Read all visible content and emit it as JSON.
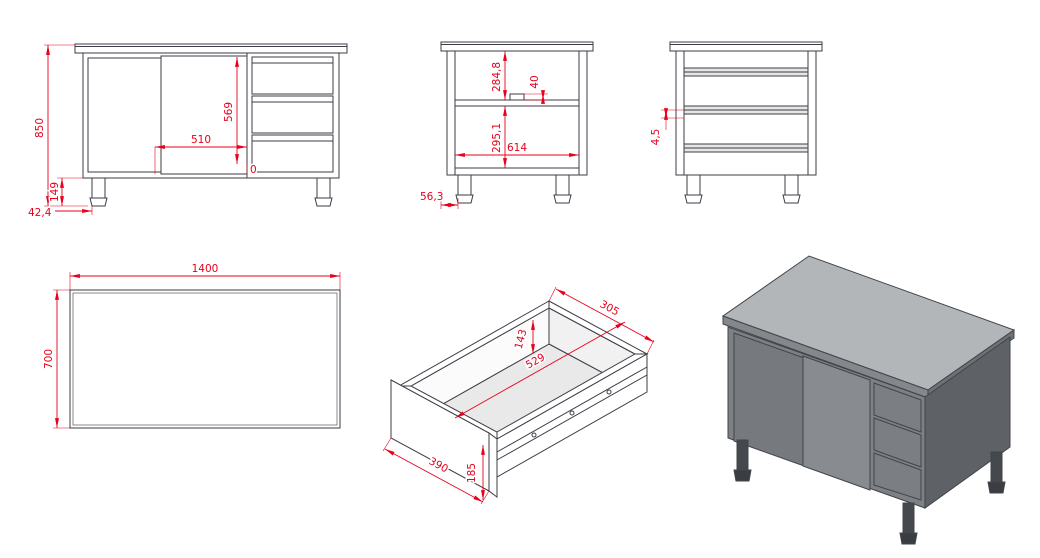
{
  "drawing": {
    "front_view": {
      "total_height": "850",
      "leg_height": "149",
      "foot_detail": "42,4",
      "door_height": "569",
      "door_width": "510",
      "zero": "0"
    },
    "section_view": {
      "upper_inner_height": "284,8",
      "shelf_gap": "40",
      "lower_inner_height": "295,1",
      "inner_depth": "614",
      "side_offset": "56,3"
    },
    "side_view": {
      "rail_gap": "4,5"
    },
    "plan_view": {
      "length": "1400",
      "depth": "700"
    },
    "drawer_view": {
      "inner_width": "305",
      "inner_height": "143",
      "inner_length": "529",
      "front_width": "390",
      "front_height": "185"
    }
  },
  "colors": {
    "dimension": "#e8001c",
    "outline": "#3d3d46",
    "render_top": "#b2b6b9",
    "render_front": "#7d8184",
    "render_side": "#5e6266"
  }
}
